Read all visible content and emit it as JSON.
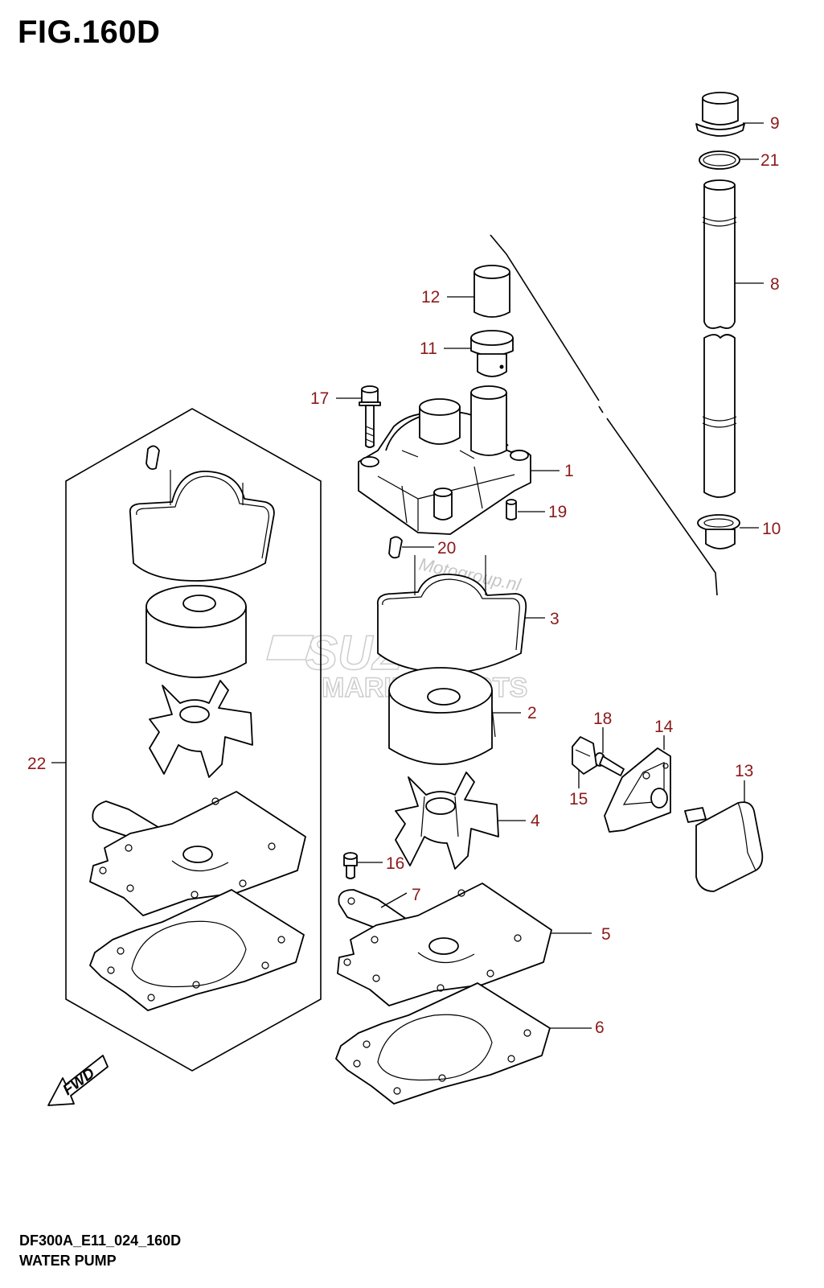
{
  "figure": {
    "title": "FIG.160D",
    "code": "DF300A_E11_024_160D",
    "name": "WATER PUMP"
  },
  "callouts": {
    "c1": "1",
    "c2": "2",
    "c3": "3",
    "c4": "4",
    "c5": "5",
    "c6": "6",
    "c7": "7",
    "c8": "8",
    "c9": "9",
    "c10": "10",
    "c11": "11",
    "c12": "12",
    "c13": "13",
    "c14": "14",
    "c15": "15",
    "c16": "16",
    "c17": "17",
    "c18": "18",
    "c19": "19",
    "c20": "20",
    "c21": "21",
    "c22": "22"
  },
  "direction_badge": "FWD",
  "watermark": {
    "brand": "SUZUKI",
    "sub": "MARINE PARTS",
    "site": "Motogroup.nl"
  },
  "colors": {
    "callout": "#8b1a1a",
    "line": "#000000",
    "watermark": "#c8c8c8"
  }
}
